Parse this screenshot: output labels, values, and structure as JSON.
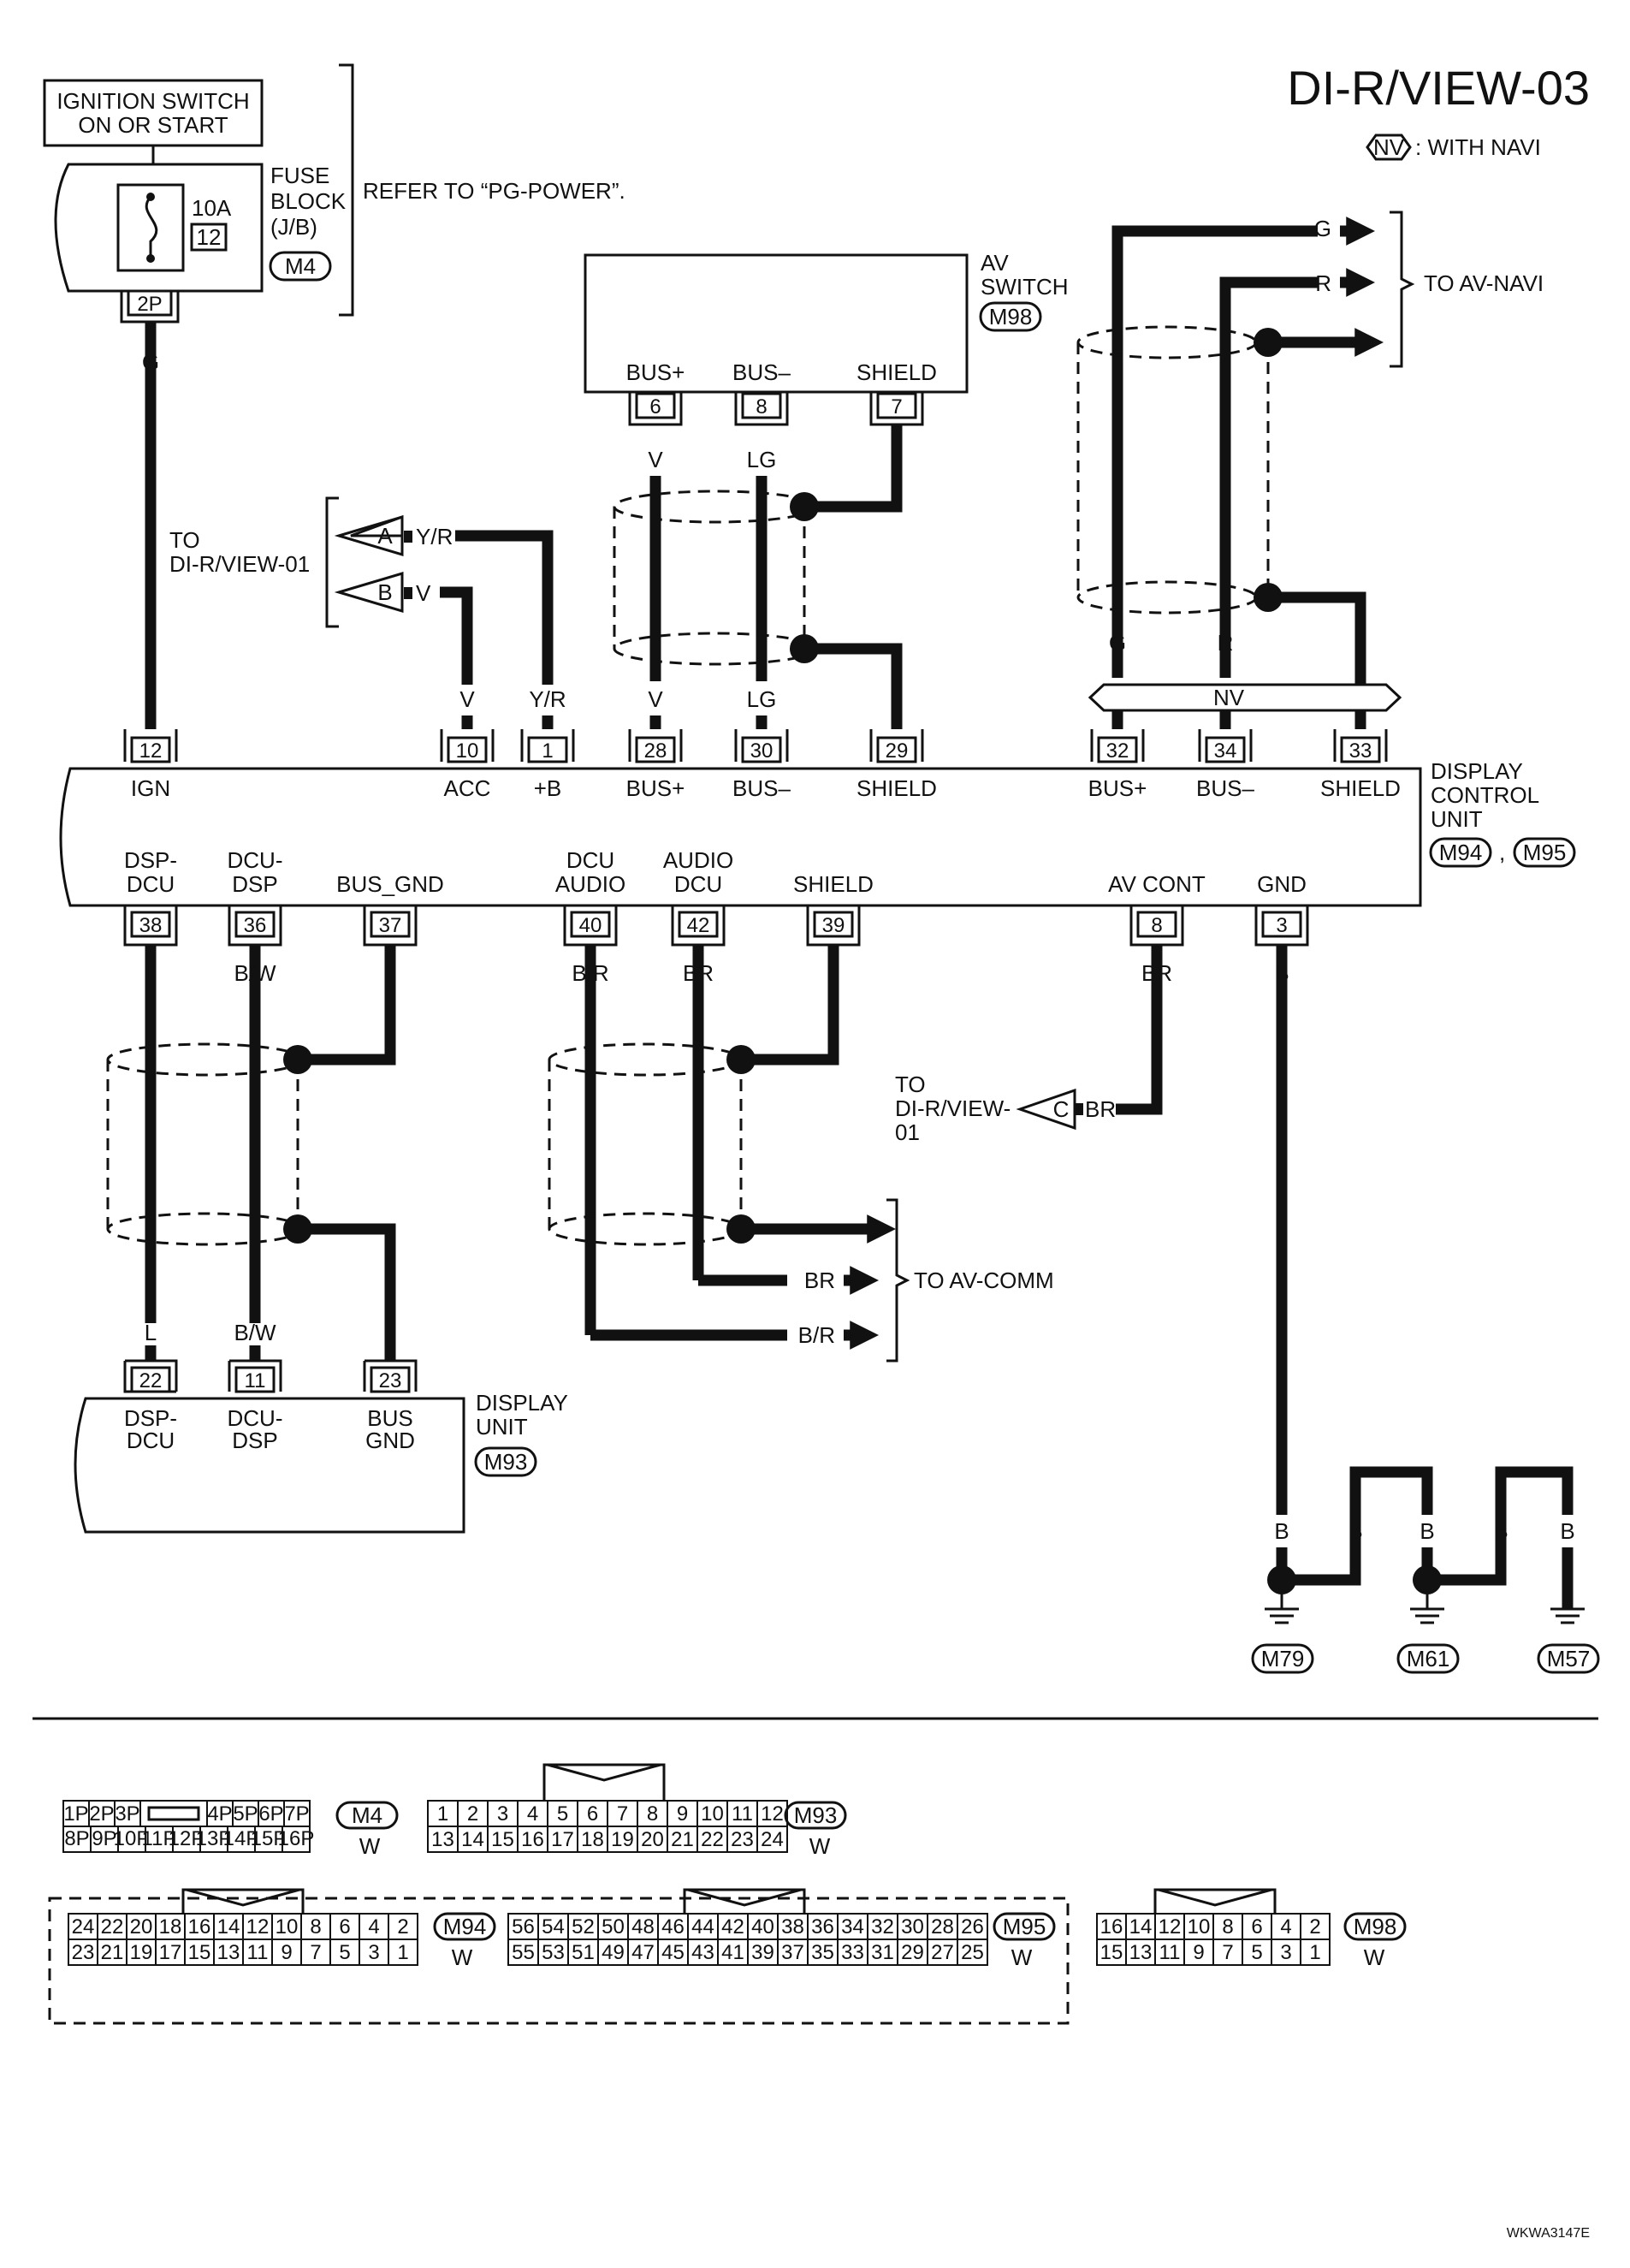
{
  "title": "DI-R/VIEW-03",
  "legend": {
    "badge": "NV",
    "text": ": WITH NAVI"
  },
  "ignition_switch": {
    "line1": "IGNITION SWITCH",
    "line2": "ON OR START"
  },
  "fuse_block": {
    "line1": "FUSE",
    "line2": "BLOCK",
    "line3": "(J/B)",
    "connector": "M4",
    "fuse_rating": "10A",
    "fuse_number": "12",
    "pin": "2P",
    "refer": "REFER TO “PG-POWER”."
  },
  "av_switch": {
    "line1": "AV",
    "line2": "SWITCH",
    "connector": "M98",
    "pins": [
      {
        "num": "6",
        "label": "BUS+",
        "wire": "V"
      },
      {
        "num": "8",
        "label": "BUS–",
        "wire": "LG"
      },
      {
        "num": "7",
        "label": "SHIELD"
      }
    ]
  },
  "to_av_navi": {
    "text": "TO AV-NAVI",
    "wires": [
      "G",
      "R"
    ]
  },
  "to_di_r_view_01": {
    "line1": "TO",
    "line2": "DI-R/VIEW-01",
    "refs": [
      {
        "letter": "A",
        "wire": "Y/R"
      },
      {
        "letter": "B",
        "wire": "V"
      }
    ]
  },
  "display_control_unit": {
    "line1": "DISPLAY",
    "line2": "CONTROL",
    "line3": "UNIT",
    "connectors": [
      "M94",
      "M95"
    ],
    "comma": ",",
    "top_pins": [
      {
        "num": "12",
        "label": "IGN",
        "wire": "G"
      },
      {
        "num": "10",
        "label": "ACC",
        "wire": "V"
      },
      {
        "num": "1",
        "label": "+B",
        "wire": "Y/R"
      },
      {
        "num": "28",
        "label": "BUS+",
        "wire": "V"
      },
      {
        "num": "30",
        "label": "BUS–",
        "wire": "LG"
      },
      {
        "num": "29",
        "label": "SHIELD"
      },
      {
        "num": "32",
        "label": "BUS+",
        "wire": "G"
      },
      {
        "num": "34",
        "label": "BUS–",
        "wire": "R"
      },
      {
        "num": "33",
        "label": "SHIELD"
      }
    ],
    "nv_bar": "NV",
    "bottom_pins": [
      {
        "num": "38",
        "label1": "DSP-",
        "label2": "DCU",
        "wire": "L"
      },
      {
        "num": "36",
        "label1": "DCU-",
        "label2": "DSP",
        "wire": "B/W"
      },
      {
        "num": "37",
        "label1": "BUS_GND",
        "label2": ""
      },
      {
        "num": "40",
        "label1": "DCU",
        "label2": "AUDIO",
        "wire": "B/R"
      },
      {
        "num": "42",
        "label1": "AUDIO",
        "label2": "DCU",
        "wire": "BR"
      },
      {
        "num": "39",
        "label1": "SHIELD",
        "label2": ""
      },
      {
        "num": "8",
        "label1": "AV CONT",
        "label2": "",
        "wire": "BR"
      },
      {
        "num": "3",
        "label1": "GND",
        "label2": "",
        "wire": "B"
      }
    ]
  },
  "to_di_r_view_01_c": {
    "line1": "TO",
    "line2": "DI-R/VIEW-",
    "line3": "01",
    "letter": "C",
    "wire": "BR"
  },
  "to_av_comm": {
    "text": "TO AV-COMM",
    "wires": [
      "BR",
      "B/R"
    ]
  },
  "display_unit": {
    "line1": "DISPLAY",
    "line2": "UNIT",
    "connector": "M93",
    "pins": [
      {
        "num": "22",
        "label1": "DSP-",
        "label2": "DCU",
        "wire": "L"
      },
      {
        "num": "11",
        "label1": "DCU-",
        "label2": "DSP",
        "wire": "B/W"
      },
      {
        "num": "23",
        "label1": "BUS",
        "label2": "GND"
      }
    ]
  },
  "grounds": {
    "wire": "B",
    "points": [
      "M79",
      "M61",
      "M57"
    ]
  },
  "connector_views": {
    "m4": {
      "name": "M4",
      "color": "W",
      "row1": [
        "1P",
        "2P",
        "3P",
        "",
        "4P",
        "5P",
        "6P",
        "7P"
      ],
      "row2": [
        "8P",
        "9P",
        "10P",
        "11P",
        "12P",
        "13P",
        "14P",
        "15P",
        "16P"
      ]
    },
    "m93": {
      "name": "M93",
      "color": "W",
      "row1": [
        "1",
        "2",
        "3",
        "4",
        "5",
        "6",
        "7",
        "8",
        "9",
        "10",
        "11",
        "12"
      ],
      "row2": [
        "13",
        "14",
        "15",
        "16",
        "17",
        "18",
        "19",
        "20",
        "21",
        "22",
        "23",
        "24"
      ]
    },
    "m94": {
      "name": "M94",
      "color": "W",
      "row1": [
        "24",
        "22",
        "20",
        "18",
        "16",
        "14",
        "12",
        "10",
        "8",
        "6",
        "4",
        "2"
      ],
      "row2": [
        "23",
        "21",
        "19",
        "17",
        "15",
        "13",
        "11",
        "9",
        "7",
        "5",
        "3",
        "1"
      ]
    },
    "m95": {
      "name": "M95",
      "color": "W",
      "row1": [
        "56",
        "54",
        "52",
        "50",
        "48",
        "46",
        "44",
        "42",
        "40",
        "38",
        "36",
        "34",
        "32",
        "30",
        "28",
        "26"
      ],
      "row2": [
        "55",
        "53",
        "51",
        "49",
        "47",
        "45",
        "43",
        "41",
        "39",
        "37",
        "35",
        "33",
        "31",
        "29",
        "27",
        "25"
      ]
    },
    "m98": {
      "name": "M98",
      "color": "W",
      "row1": [
        "16",
        "14",
        "12",
        "10",
        "8",
        "6",
        "4",
        "2"
      ],
      "row2": [
        "15",
        "13",
        "11",
        "9",
        "7",
        "5",
        "3",
        "1"
      ]
    }
  },
  "footer_code": "WKWA3147E"
}
